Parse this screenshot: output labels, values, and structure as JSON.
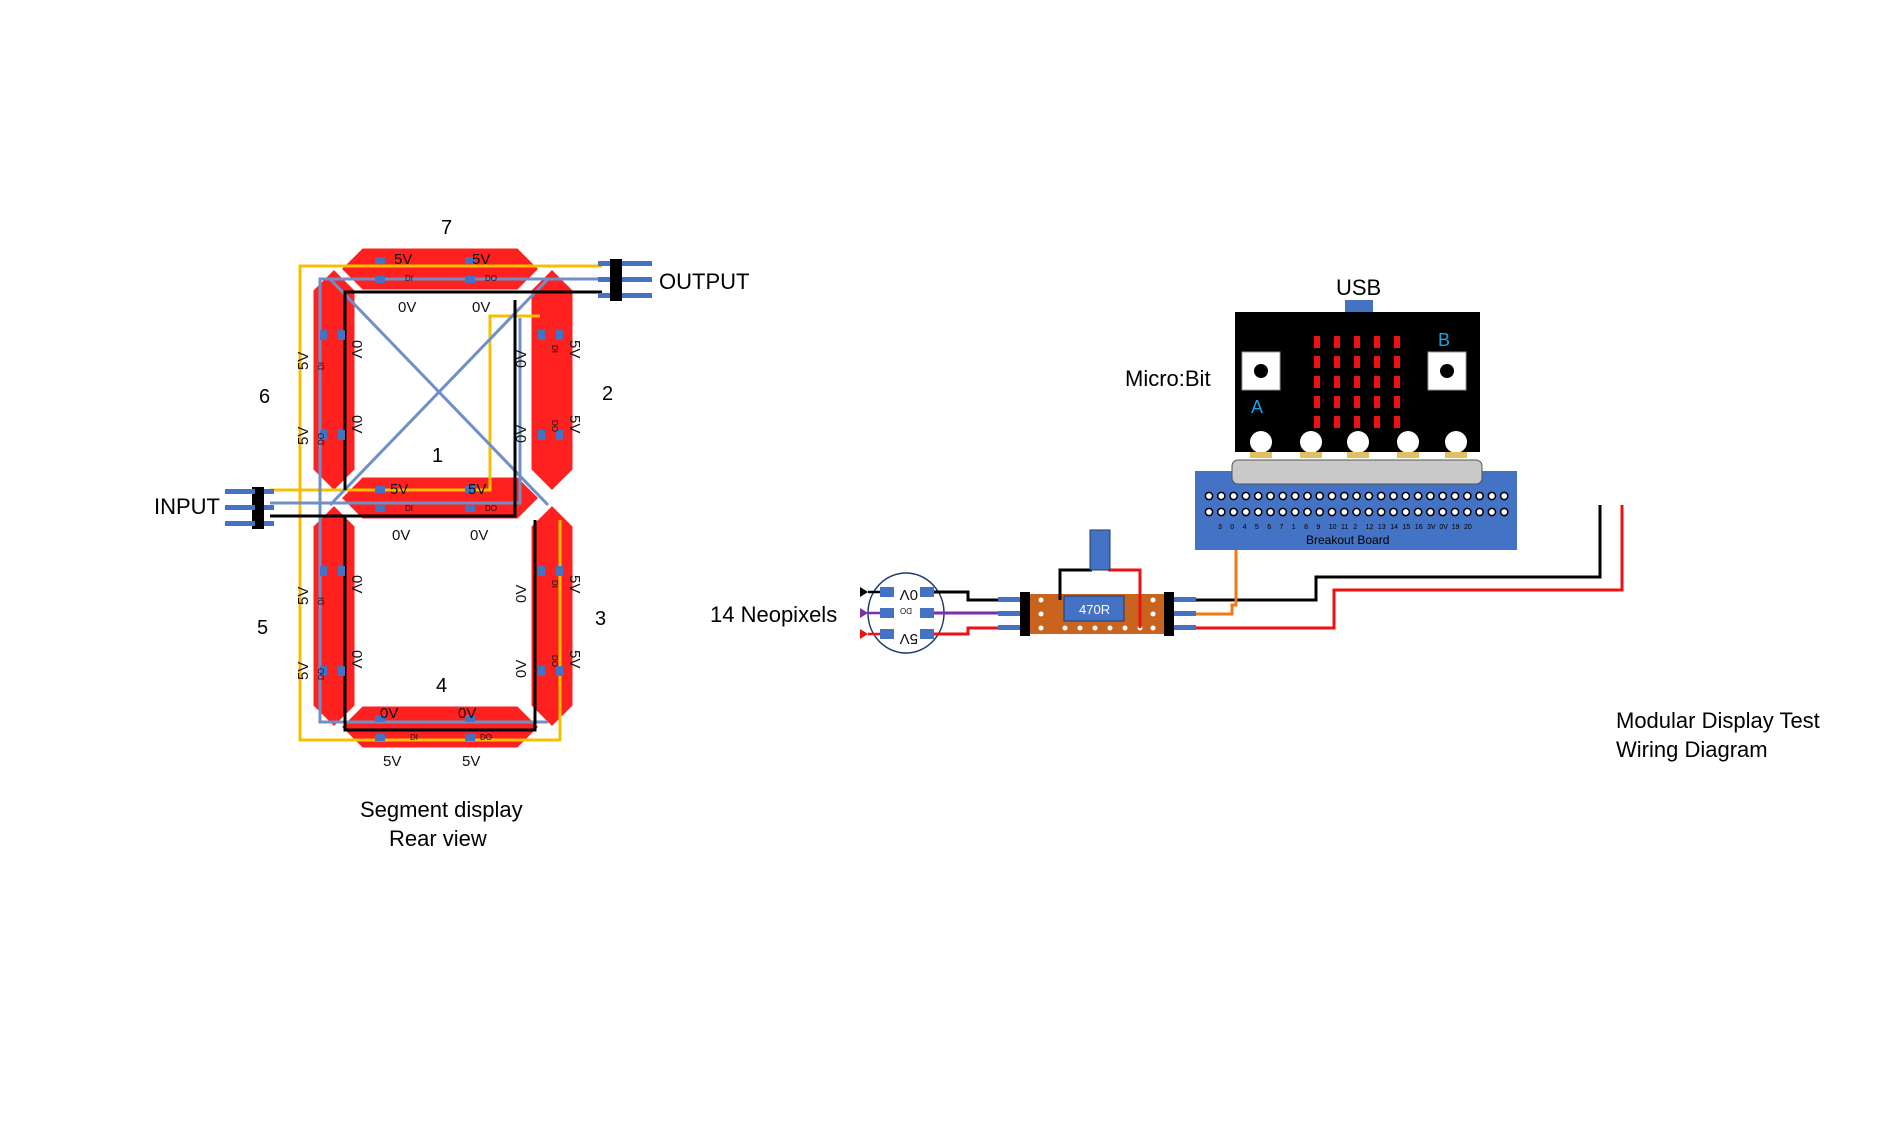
{
  "colors": {
    "segment_red": "#ff2020",
    "wire_yellow": "#f5c000",
    "wire_blue": "#6f8fc6",
    "wire_black": "#000000",
    "wire_red": "#ee1111",
    "wire_orange": "#ef7a14",
    "wire_purple": "#7a2fa8",
    "breakout_blue": "#4472c4",
    "resistor_brown": "#c8641e",
    "microbit_black": "#000000",
    "button_label_cyan": "#1fa3e0"
  },
  "segment_display": {
    "segments": [
      {
        "id": "1",
        "label": "1"
      },
      {
        "id": "2",
        "label": "2"
      },
      {
        "id": "3",
        "label": "3"
      },
      {
        "id": "4",
        "label": "4"
      },
      {
        "id": "5",
        "label": "5"
      },
      {
        "id": "6",
        "label": "6"
      },
      {
        "id": "7",
        "label": "7"
      }
    ],
    "pad_labels": {
      "v5": "5V",
      "v0": "0V",
      "di": "DI",
      "do": "DO"
    },
    "input_label": "INPUT",
    "output_label": "OUTPUT",
    "caption_line1": "Segment display",
    "caption_line2": "Rear view"
  },
  "neopixels": {
    "label": "14 Neopixels",
    "pins": [
      "0V",
      "DO",
      "5V"
    ]
  },
  "resistor": {
    "value": "470R"
  },
  "microbit": {
    "label": "Micro:Bit",
    "usb_label": "USB",
    "button_a": "A",
    "button_b": "B"
  },
  "breakout": {
    "label": "Breakout Board",
    "pins": [
      "3",
      "0",
      "4",
      "5",
      "6",
      "7",
      "1",
      "8",
      "9",
      "10",
      "11",
      "2",
      "12",
      "13",
      "14",
      "15",
      "16",
      "3V",
      "0V",
      "19",
      "20"
    ]
  },
  "title": {
    "line1": "Modular Display Test",
    "line2": "Wiring Diagram"
  }
}
